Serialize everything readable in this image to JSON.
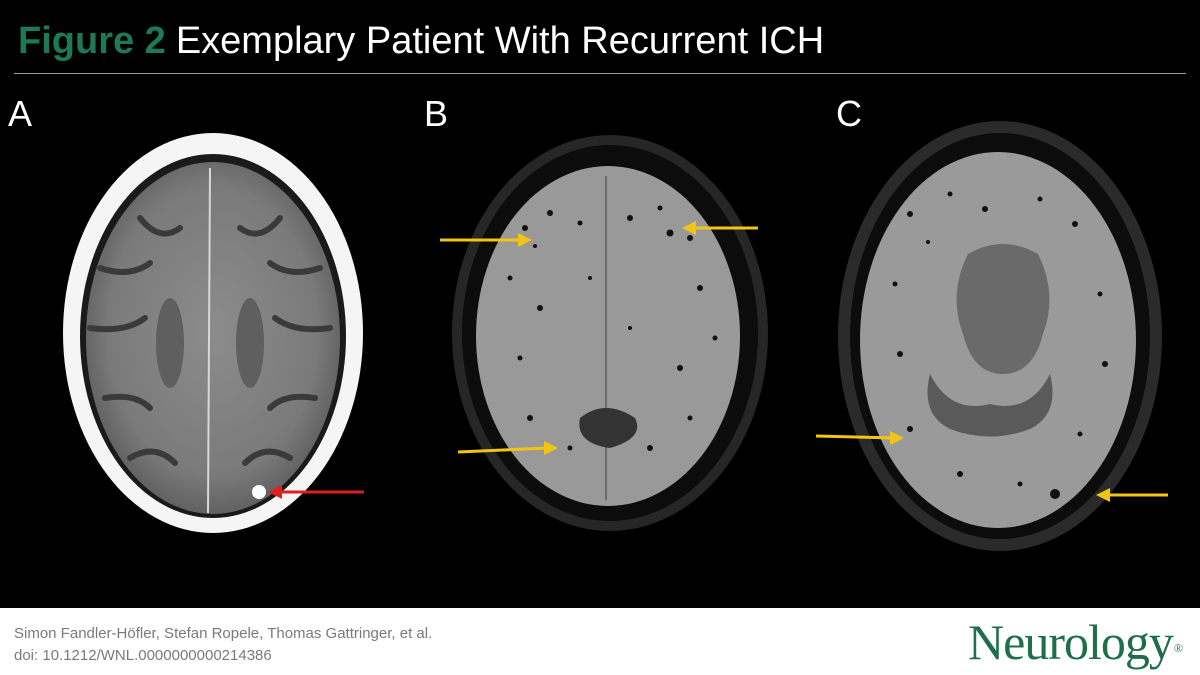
{
  "figure": {
    "label": "Figure 2",
    "title": "Exemplary Patient With Recurrent ICH"
  },
  "panels": [
    {
      "label": "A",
      "arrow_color": "#e02020"
    },
    {
      "label": "B",
      "arrow_color": "#f2c514"
    },
    {
      "label": "C",
      "arrow_color": "#f2c514"
    }
  ],
  "footer": {
    "authors": "Simon Fandler-Höfler, Stefan Ropele, Thomas Gattringer, et al.",
    "doi": "doi: 10.1212/WNL.0000000000214386",
    "logo": "Neurology",
    "logo_mark": "®"
  },
  "colors": {
    "figure_label": "#1d7a57",
    "logo": "#1f6e4a",
    "background": "#000000"
  }
}
